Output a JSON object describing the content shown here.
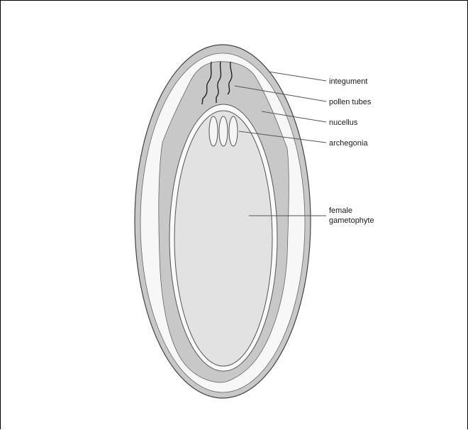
{
  "figure": {
    "labels": {
      "integument": "integument",
      "pollen_tubes": "pollen tubes",
      "nucellus": "nucellus",
      "archegonia": "archegonia",
      "female_line1": "female",
      "female_line2": "gametophyte"
    },
    "colors": {
      "outline": "#444444",
      "integument_fill": "#c8c8c8",
      "white_layer": "#f7f7f7",
      "nucellus_fill": "#c8c8c8",
      "gametophyte_fill": "#e2e2e2",
      "leader_line": "#555555"
    }
  }
}
